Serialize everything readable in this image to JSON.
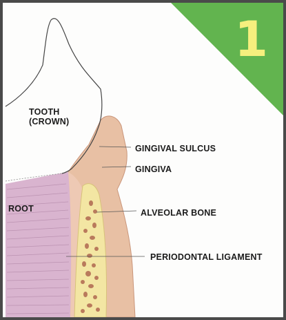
{
  "badge": {
    "number": "1",
    "color": "#62b44f",
    "text_color": "#f6ef7e"
  },
  "labels": {
    "tooth_line1": "TOOTH",
    "tooth_line2": "(CROWN)",
    "root": "ROOT",
    "gingival_sulcus": "GINGIVAL SULCUS",
    "gingiva": "GINGIVA",
    "alveolar_bone": "ALVEOLAR BONE",
    "periodontal_ligament": "PERIODONTAL LIGAMENT"
  },
  "colors": {
    "gingiva": "#e8c0a4",
    "root": "#d9b4cf",
    "bone": "#f3e6a3",
    "bone_pores": "#b97a5c",
    "frame": "#4a4a4a"
  }
}
